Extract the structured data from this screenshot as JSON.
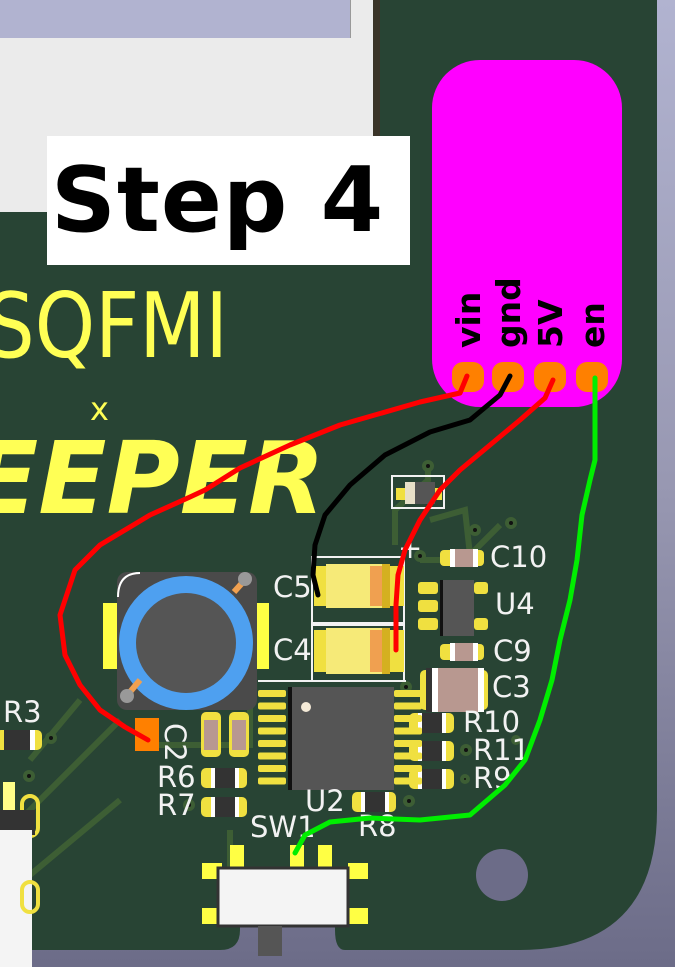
{
  "overlay": {
    "step_title": "Step 4"
  },
  "board": {
    "brand_line1": "SQFMI",
    "brand_x": "x",
    "brand_line2": "EEPER"
  },
  "module": {
    "pins": [
      {
        "label": "vin",
        "wire_color": "#ff0000"
      },
      {
        "label": "gnd",
        "wire_color": "#000000"
      },
      {
        "label": "5V",
        "wire_color": "#ff0000"
      },
      {
        "label": "en",
        "wire_color": "#00ff00"
      }
    ],
    "color": "#ff00ff",
    "pad_color": "#ff8000"
  },
  "components": {
    "c5": "C5",
    "c4": "C4",
    "c10": "C10",
    "u4": "U4",
    "c9": "C9",
    "c3": "C3",
    "r10": "R10",
    "r11": "R11",
    "r9": "R9",
    "r3": "R3",
    "c2": "C2",
    "r6": "R6",
    "r7": "R7",
    "u2": "U2",
    "r8": "R8",
    "sw1": "SW1"
  },
  "colors": {
    "pcb": "#284434",
    "trace": "#3d5e34",
    "silkscreen": "#f2f2f2",
    "pad": "#f0e040"
  }
}
